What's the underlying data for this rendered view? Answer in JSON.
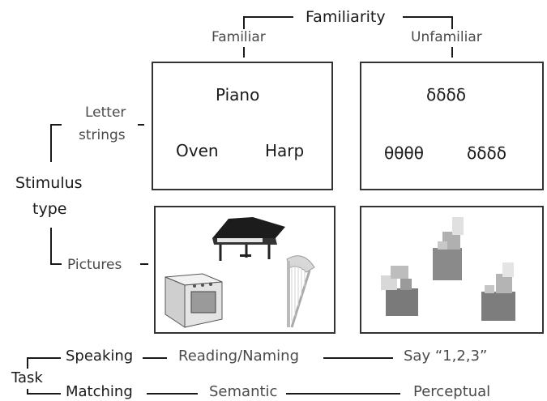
{
  "familiarity": {
    "title": "Familiarity",
    "familiar": "Familiar",
    "unfamiliar": "Unfamiliar"
  },
  "stimulus_type": {
    "label_line1": "Stimulus",
    "label_line2": "type",
    "letter_strings_line1": "Letter",
    "letter_strings_line2": "strings",
    "pictures": "Pictures"
  },
  "panels": {
    "familiar_letters": [
      "Piano",
      "Oven",
      "Harp"
    ],
    "unfamiliar_letters": [
      "δδδδ",
      "θθθθ",
      "δδδδ"
    ]
  },
  "task": {
    "label": "Task",
    "speaking": {
      "label": "Speaking",
      "familiar": "Reading/Naming",
      "unfamiliar": "Say “1,2,3”"
    },
    "matching": {
      "label": "Matching",
      "familiar": "Semantic",
      "unfamiliar": "Perceptual"
    }
  }
}
